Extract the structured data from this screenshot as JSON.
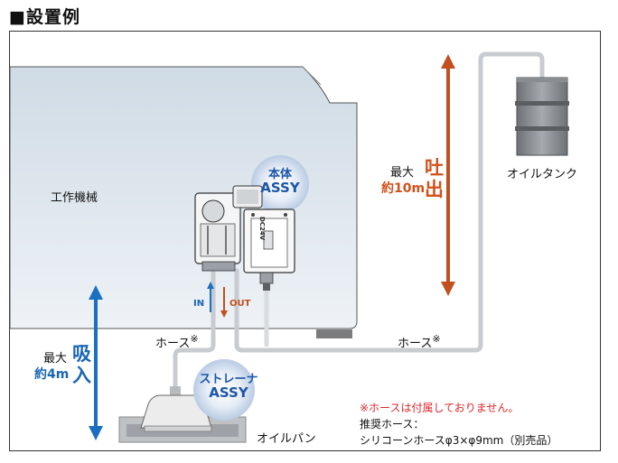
{
  "title": "■設置例",
  "labels": {
    "machine": "工作機械",
    "oil_tank": "オイルタンク",
    "oil_pan": "オイルパン",
    "hose_left": "ホース",
    "hose_right": "ホース",
    "hose_mark": "※",
    "in": "IN",
    "out": "OUT",
    "dc24v": "DC24V"
  },
  "callouts": {
    "main_unit": {
      "line1": "本体",
      "line2": "ASSY"
    },
    "strainer": {
      "line1": "ストレーナ",
      "line2": "ASSY"
    }
  },
  "discharge": {
    "max": "最大",
    "approx": "約10m",
    "kanji_1": "吐",
    "kanji_2": "出"
  },
  "suction": {
    "max": "最大",
    "approx": "約4m",
    "kanji_1": "吸",
    "kanji_2": "入"
  },
  "note": {
    "warning": "※ホースは付属しておりません。",
    "recommend": "推奨ホース：",
    "spec": "シリコーンホースφ3×φ9mm（別売品）"
  },
  "colors": {
    "discharge_arrow": "#c0501e",
    "suction_arrow": "#1a6fc0",
    "hose": "#c8ccd0",
    "machine_bg": "#dfe8ef"
  }
}
